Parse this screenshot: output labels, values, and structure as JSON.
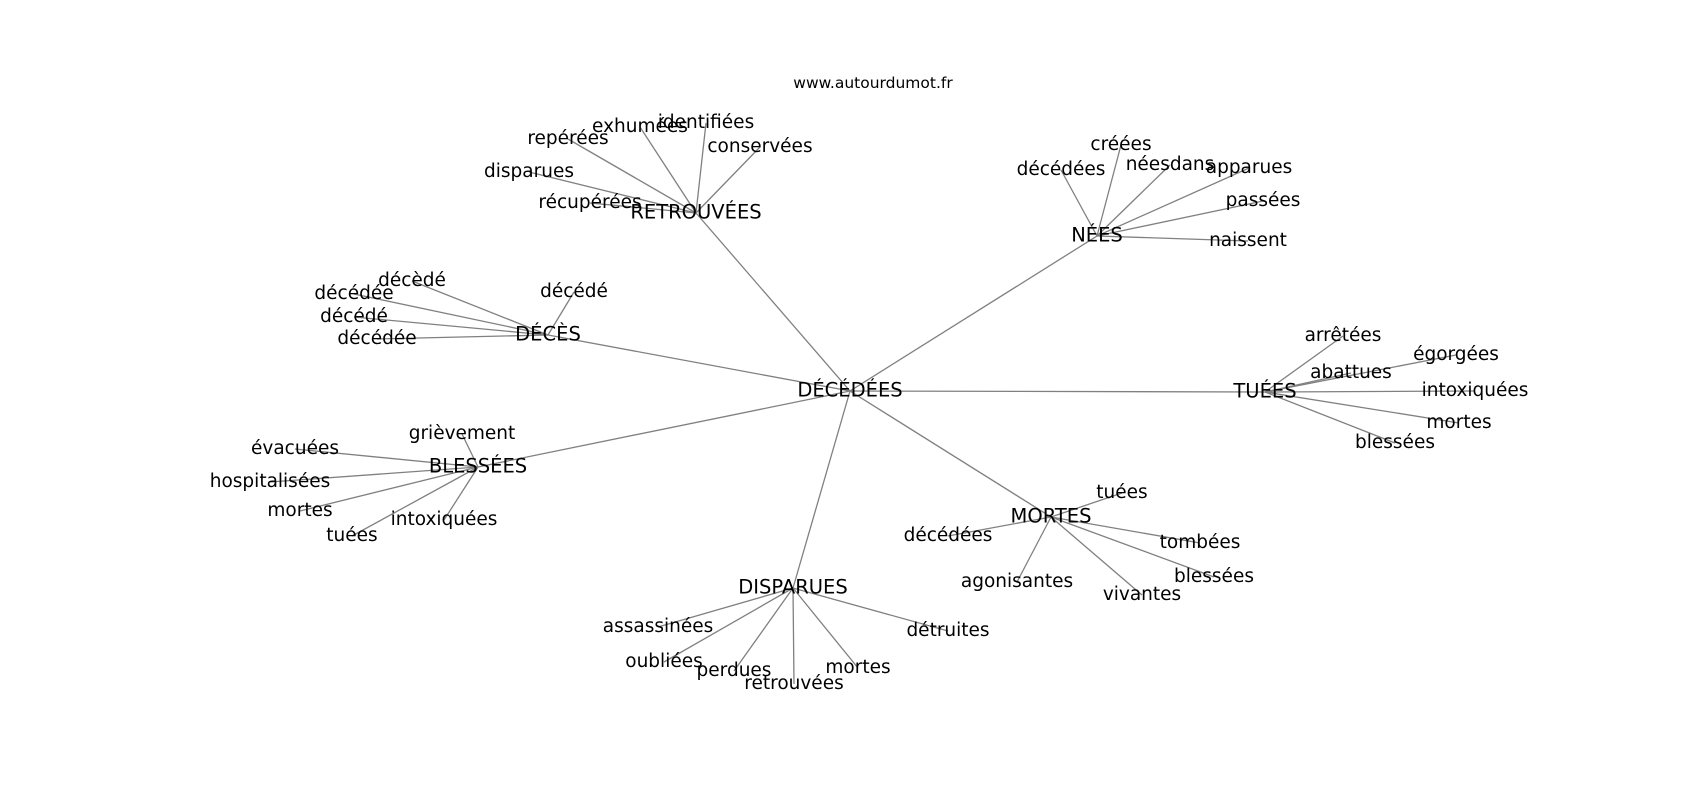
{
  "site": "www.autourdumot.fr",
  "colors": {
    "edge": "#808080",
    "text": "#000000",
    "background": "#ffffff"
  },
  "graph": {
    "root": "DÉCÉDÉES",
    "hubs": [
      {
        "id": "retrouvees",
        "label": "RETROUVÉES",
        "leaves": [
          "exhumées",
          "identifiées",
          "repérées",
          "conservées",
          "disparues",
          "récupérées"
        ]
      },
      {
        "id": "nees",
        "label": "NÉES",
        "leaves": [
          "créées",
          "décédées",
          "néesdans",
          "apparues",
          "passées",
          "naissent"
        ]
      },
      {
        "id": "deces",
        "label": "DÉCÈS",
        "leaves": [
          "décèdé",
          "décédée",
          "décédé",
          "décédé",
          "décédée"
        ]
      },
      {
        "id": "tuees",
        "label": "TUÉES",
        "leaves": [
          "arrêtées",
          "égorgées",
          "abattues",
          "intoxiquées",
          "mortes",
          "blessées"
        ]
      },
      {
        "id": "blessees",
        "label": "BLESSÉES",
        "leaves": [
          "grièvement",
          "évacuées",
          "hospitalisées",
          "mortes",
          "intoxiquées",
          "tuées"
        ]
      },
      {
        "id": "mortes",
        "label": "MORTES",
        "leaves": [
          "tuées",
          "décédées",
          "tombées",
          "blessées",
          "agonisantes",
          "vivantes"
        ]
      },
      {
        "id": "disparues",
        "label": "DISPARUES",
        "leaves": [
          "assassinées",
          "détruites",
          "oubliées",
          "perdues",
          "mortes",
          "retrouvées"
        ]
      }
    ]
  }
}
